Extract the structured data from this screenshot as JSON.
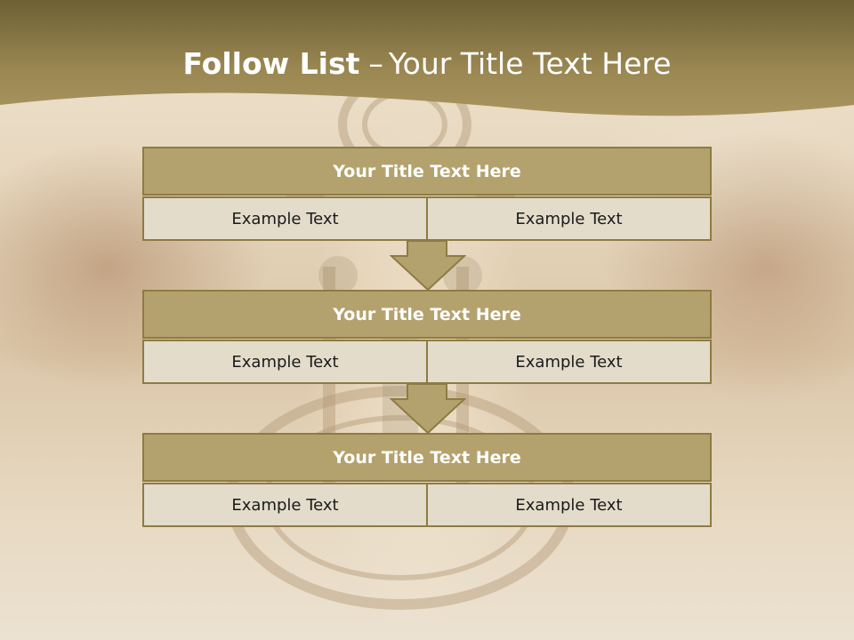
{
  "header": {
    "title_bold": "Follow List",
    "separator": "–",
    "title_rest": "Your Title Text Here"
  },
  "blocks": [
    {
      "title": "Your Title Text Here",
      "cells": [
        "Example Text",
        "Example Text"
      ]
    },
    {
      "title": "Your Title Text Here",
      "cells": [
        "Example Text",
        "Example Text"
      ]
    },
    {
      "title": "Your Title Text Here",
      "cells": [
        "Example Text",
        "Example Text"
      ]
    }
  ],
  "colors": {
    "header_band": "#9c8a55",
    "block_title_fill": "#b4a26e",
    "block_border": "#8e7b43",
    "cell_fill": "#e3dccb",
    "arrow_fill": "#b4a26e"
  }
}
